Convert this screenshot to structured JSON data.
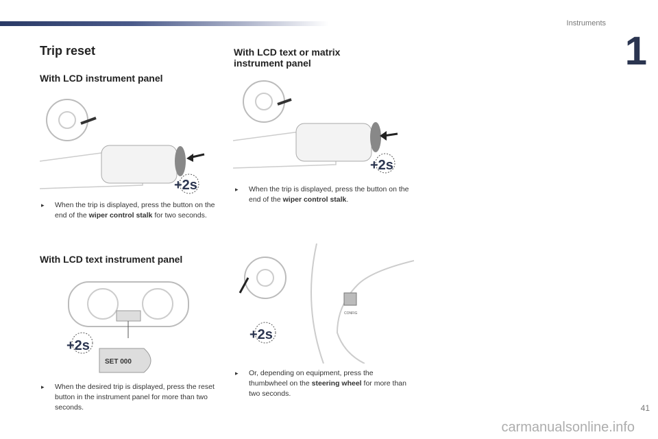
{
  "header": {
    "section": "Instruments",
    "chapter": "1"
  },
  "title": "Trip reset",
  "left": {
    "h_lcd": "With LCD instrument panel",
    "p_lcd": {
      "a": "When the trip is displayed, press the button on the end of the ",
      "b": "wiper control stalk",
      "c": " for two seconds."
    },
    "h_text": "With LCD text instrument panel",
    "p_text": "When the desired trip is displayed, press the reset button in the instrument panel for more than two seconds.",
    "set_label": "SET 000"
  },
  "right": {
    "h_matrix": "With LCD text or matrix instrument panel",
    "p_matrix": {
      "a": "When the trip is displayed, press the button on the end of the ",
      "b": "wiper control stalk",
      "c": "."
    },
    "p_wheel": {
      "a": "Or, depending on equipment, press the thumbwheel on the ",
      "b": "steering wheel",
      "c": " for more than two seconds."
    },
    "config_label": "CONFIG"
  },
  "badge": "+2s",
  "bullet": "",
  "page_number": "41",
  "watermark": "carmanualsonline.info"
}
